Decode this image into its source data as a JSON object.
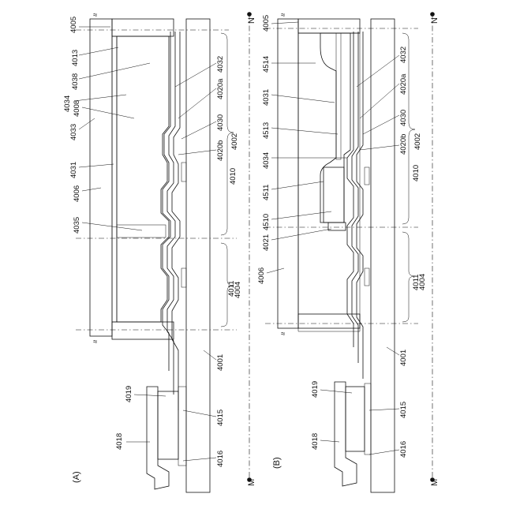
{
  "figure": {
    "panel_a": {
      "label": "(A)",
      "end_top": "N",
      "end_bottom": "M",
      "labels": {
        "l4005": "4005",
        "l4013": "4013",
        "l4038": "4038",
        "l4034": "4034",
        "l4033": "4033",
        "l4008": "4008",
        "l4031": "4031",
        "l4006": "4006",
        "l4035": "4035",
        "l4032": "4032",
        "l4020a": "4020a",
        "l4030": "4030",
        "l4020b": "4020b",
        "l4002": "4002",
        "l4010": "4010",
        "l4011": "4011",
        "l4004": "4004",
        "l4001": "4001",
        "l4019": "4019",
        "l4015": "4015",
        "l4018": "4018",
        "l4016": "4016"
      }
    },
    "panel_b": {
      "label": "(B)",
      "end_top": "N",
      "end_bottom": "M",
      "labels": {
        "l4005": "4005",
        "l4514": "4514",
        "l4032": "4032",
        "l4031": "4031",
        "l4020a": "4020a",
        "l4513": "4513",
        "l4030": "4030",
        "l4034": "4034",
        "l4020b": "4020b",
        "l4002": "4002",
        "l4511": "4511",
        "l4010": "4010",
        "l4510": "4510",
        "l4021": "4021",
        "l4006": "4006",
        "l4011": "4011",
        "l4004": "4004",
        "l4001": "4001",
        "l4019": "4019",
        "l4015": "4015",
        "l4018": "4018",
        "l4016": "4016"
      }
    }
  }
}
